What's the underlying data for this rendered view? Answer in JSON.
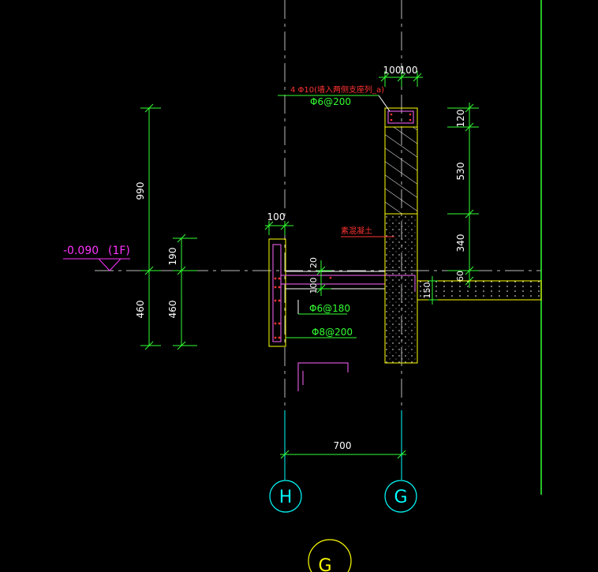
{
  "colors": {
    "background": "#000000",
    "dimension_line": "#33ff33",
    "dimension_text": "#ffffff",
    "grid_axis": "#00ffff",
    "concrete_outline": "#ffff00",
    "annotation_red": "#ff3333",
    "level_magenta": "#ff33ff",
    "stirrup": "#ff66ff",
    "rebar_dot": "#ff3333"
  },
  "level": {
    "elevation": "-0.090",
    "floor": "(1F)"
  },
  "dimensions": {
    "left_total": "990",
    "left_bottom": "460",
    "inner_top": "190",
    "inner_bottom": "460",
    "beam_width": "100",
    "slab_thickness": "20",
    "slab_depth": "100",
    "wall_width_a": "100",
    "wall_width_b": "100",
    "right_top": "120",
    "right_mid": "530",
    "right_lower": "340",
    "right_bottom": "60",
    "floor_slab": "150",
    "axis_spacing": "700"
  },
  "annotations": {
    "wall_rebar": "4 Φ10(墙入两侧支座列_a)",
    "wall_stirrup": "Φ6@200",
    "concrete_fill": "素混凝土",
    "slab_rebar": "Φ6@180",
    "beam_stirrup": "Φ8@200"
  },
  "axes": {
    "axis_h": "H",
    "axis_g": "G",
    "axis_g_bottom": "G"
  }
}
